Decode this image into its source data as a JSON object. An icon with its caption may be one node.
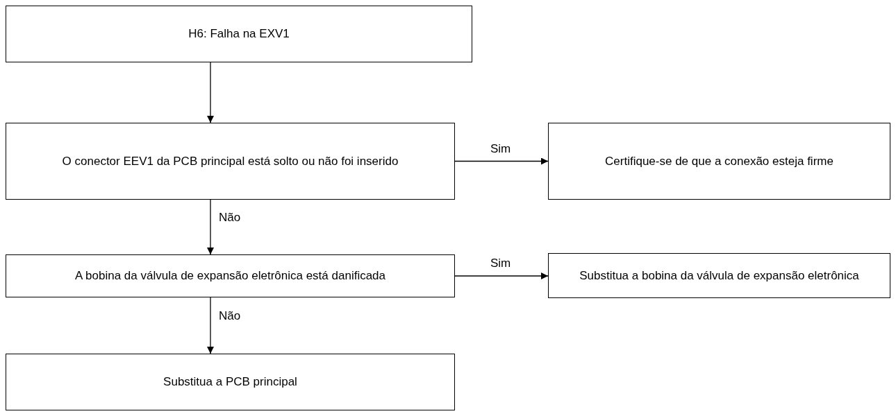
{
  "diagram": {
    "nodes": [
      {
        "text": [
          "H6: Falha na EXV1"
        ]
      },
      {
        "text": [
          "O conector EEV1 da PCB principal está solto ou não foi inserido"
        ]
      },
      {
        "text": [
          "Certifique-se de que a conexão esteja firme"
        ]
      },
      {
        "text": [
          "A bobina da válvula de expansão eletrônica está danificada"
        ]
      },
      {
        "text": [
          "Substitua a bobina da válvula de expansão eletrônica"
        ]
      },
      {
        "text": [
          "Substitua a PCB principal"
        ]
      }
    ],
    "edges": [
      {
        "from": 0,
        "to": 1,
        "arrow": "to"
      },
      {
        "from": 1,
        "to": 2,
        "arrow": "to",
        "label": "Sim"
      },
      {
        "from": 1,
        "to": 3,
        "arrow": "to",
        "label": "Não"
      },
      {
        "from": 3,
        "to": 4,
        "arrow": "to",
        "label": "Sim"
      },
      {
        "from": 3,
        "to": 5,
        "arrow": "to",
        "label": "Não"
      }
    ]
  }
}
